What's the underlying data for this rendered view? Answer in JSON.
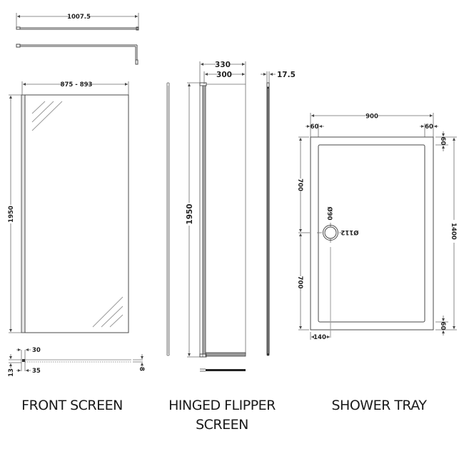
{
  "front_screen": {
    "caption": "FRONT SCREEN",
    "arm_width": "1007.5",
    "panel_width": "875 - 893",
    "panel_height": "1950",
    "profile_dim_top": "30",
    "profile_dim_bottom": "35",
    "profile_dim_left": "13",
    "profile_dim_right": "8"
  },
  "flipper_screen": {
    "caption_line1": "HINGED FLIPPER",
    "caption_line2": "SCREEN",
    "overall_width": "330",
    "panel_width": "300",
    "thickness": "17.5",
    "height": "1950"
  },
  "shower_tray": {
    "caption": "SHOWER TRAY",
    "width": "900",
    "length": "1400",
    "edge_left": "60",
    "edge_right": "60",
    "edge_top": "60",
    "edge_bottom": "60",
    "half_length_top": "700",
    "half_length_bottom": "700",
    "waste_inner_diameter": "Ø90",
    "waste_outer_diameter": "Ø112",
    "waste_offset": "140"
  }
}
